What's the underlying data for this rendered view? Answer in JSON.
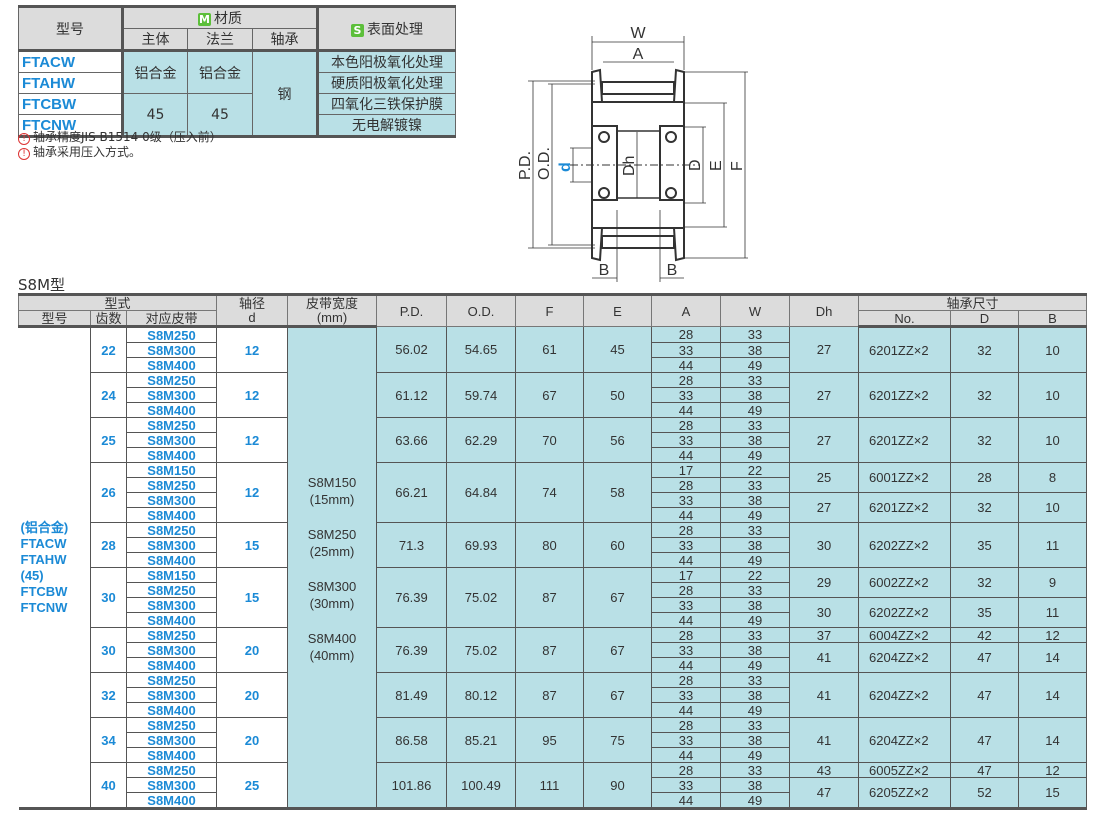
{
  "materials": {
    "headers": {
      "model": "型号",
      "material": "材质",
      "material_badge": "M",
      "body": "主体",
      "flange": "法兰",
      "bearing": "轴承",
      "surface": "表面处理",
      "surface_badge": "S"
    },
    "models": [
      "FTACW",
      "FTAHW",
      "FTCBW",
      "FTCNW"
    ],
    "body_values": [
      "铝合金",
      "45"
    ],
    "flange_values": [
      "铝合金",
      "45"
    ],
    "bearing_value": "钢",
    "surface_values": [
      "本色阳极氧化处理",
      "硬质阳极氧化处理",
      "四氧化三铁保护膜",
      "无电解镀镍"
    ]
  },
  "notes": [
    "轴承精度JIS B1514 0级（压入前）",
    "轴承采用压入方式。"
  ],
  "diagram": {
    "labels": {
      "W": "W",
      "A": "A",
      "PD": "P.D.",
      "OD": "O.D.",
      "d": "d",
      "Dh": "Dh",
      "D": "D",
      "E": "E",
      "F": "F",
      "B1": "B",
      "B2": "B"
    }
  },
  "section_title": "S8M型",
  "table": {
    "headers": {
      "type": "型式",
      "model": "型号",
      "teeth": "齿数",
      "belt": "对应皮带",
      "shaft": "轴径",
      "shaft_sym": "d",
      "belt_width": "皮带宽度",
      "belt_width_unit": "(mm)",
      "pd": "P.D.",
      "od": "O.D.",
      "f": "F",
      "e": "E",
      "a": "A",
      "w": "W",
      "dh": "Dh",
      "bearing": "轴承尺寸",
      "no": "No.",
      "D": "D",
      "B": "B"
    },
    "model_text": [
      "(铝合金)",
      "FTACW",
      "FTAHW",
      "(45)",
      "FTCBW",
      "FTCNW"
    ],
    "belt_widths": [
      [
        "S8M150",
        "(15mm)"
      ],
      [
        "S8M250",
        "(25mm)"
      ],
      [
        "S8M300",
        "(30mm)"
      ],
      [
        "S8M400",
        "(40mm)"
      ]
    ],
    "groups": [
      {
        "teeth": "22",
        "belts": [
          "S8M250",
          "S8M300",
          "S8M400"
        ],
        "d": "12",
        "pd": "56.02",
        "od": "54.65",
        "f": "61",
        "e": "45",
        "aw": [
          [
            "28",
            "33"
          ],
          [
            "33",
            "38"
          ],
          [
            "44",
            "49"
          ]
        ],
        "bearings": [
          {
            "span": 3,
            "dh": "27",
            "no": "6201ZZ×2",
            "D": "32",
            "B": "10"
          }
        ]
      },
      {
        "teeth": "24",
        "belts": [
          "S8M250",
          "S8M300",
          "S8M400"
        ],
        "d": "12",
        "pd": "61.12",
        "od": "59.74",
        "f": "67",
        "e": "50",
        "aw": [
          [
            "28",
            "33"
          ],
          [
            "33",
            "38"
          ],
          [
            "44",
            "49"
          ]
        ],
        "bearings": [
          {
            "span": 3,
            "dh": "27",
            "no": "6201ZZ×2",
            "D": "32",
            "B": "10"
          }
        ]
      },
      {
        "teeth": "25",
        "belts": [
          "S8M250",
          "S8M300",
          "S8M400"
        ],
        "d": "12",
        "pd": "63.66",
        "od": "62.29",
        "f": "70",
        "e": "56",
        "aw": [
          [
            "28",
            "33"
          ],
          [
            "33",
            "38"
          ],
          [
            "44",
            "49"
          ]
        ],
        "bearings": [
          {
            "span": 3,
            "dh": "27",
            "no": "6201ZZ×2",
            "D": "32",
            "B": "10"
          }
        ]
      },
      {
        "teeth": "26",
        "belts": [
          "S8M150",
          "S8M250",
          "S8M300",
          "S8M400"
        ],
        "d": "12",
        "pd": "66.21",
        "od": "64.84",
        "f": "74",
        "e": "58",
        "aw": [
          [
            "17",
            "22"
          ],
          [
            "28",
            "33"
          ],
          [
            "33",
            "38"
          ],
          [
            "44",
            "49"
          ]
        ],
        "bearings": [
          {
            "span": 2,
            "dh": "25",
            "no": "6001ZZ×2",
            "D": "28",
            "B": "8"
          },
          {
            "span": 2,
            "dh": "27",
            "no": "6201ZZ×2",
            "D": "32",
            "B": "10"
          }
        ]
      },
      {
        "teeth": "28",
        "belts": [
          "S8M250",
          "S8M300",
          "S8M400"
        ],
        "d": "15",
        "pd": "71.3",
        "od": "69.93",
        "f": "80",
        "e": "60",
        "aw": [
          [
            "28",
            "33"
          ],
          [
            "33",
            "38"
          ],
          [
            "44",
            "49"
          ]
        ],
        "bearings": [
          {
            "span": 3,
            "dh": "30",
            "no": "6202ZZ×2",
            "D": "35",
            "B": "11"
          }
        ]
      },
      {
        "teeth": "30",
        "belts": [
          "S8M150",
          "S8M250",
          "S8M300",
          "S8M400"
        ],
        "d": "15",
        "pd": "76.39",
        "od": "75.02",
        "f": "87",
        "e": "67",
        "aw": [
          [
            "17",
            "22"
          ],
          [
            "28",
            "33"
          ],
          [
            "33",
            "38"
          ],
          [
            "44",
            "49"
          ]
        ],
        "bearings": [
          {
            "span": 2,
            "dh": "29",
            "no": "6002ZZ×2",
            "D": "32",
            "B": "9"
          },
          {
            "span": 2,
            "dh": "30",
            "no": "6202ZZ×2",
            "D": "35",
            "B": "11"
          }
        ]
      },
      {
        "teeth": "30",
        "belts": [
          "S8M250",
          "S8M300",
          "S8M400"
        ],
        "d": "20",
        "pd": "76.39",
        "od": "75.02",
        "f": "87",
        "e": "67",
        "aw": [
          [
            "28",
            "33"
          ],
          [
            "33",
            "38"
          ],
          [
            "44",
            "49"
          ]
        ],
        "bearings": [
          {
            "span": 1,
            "dh": "37",
            "no": "6004ZZ×2",
            "D": "42",
            "B": "12"
          },
          {
            "span": 2,
            "dh": "41",
            "no": "6204ZZ×2",
            "D": "47",
            "B": "14"
          }
        ]
      },
      {
        "teeth": "32",
        "belts": [
          "S8M250",
          "S8M300",
          "S8M400"
        ],
        "d": "20",
        "pd": "81.49",
        "od": "80.12",
        "f": "87",
        "e": "67",
        "aw": [
          [
            "28",
            "33"
          ],
          [
            "33",
            "38"
          ],
          [
            "44",
            "49"
          ]
        ],
        "bearings": [
          {
            "span": 3,
            "dh": "41",
            "no": "6204ZZ×2",
            "D": "47",
            "B": "14"
          }
        ]
      },
      {
        "teeth": "34",
        "belts": [
          "S8M250",
          "S8M300",
          "S8M400"
        ],
        "d": "20",
        "pd": "86.58",
        "od": "85.21",
        "f": "95",
        "e": "75",
        "aw": [
          [
            "28",
            "33"
          ],
          [
            "33",
            "38"
          ],
          [
            "44",
            "49"
          ]
        ],
        "bearings": [
          {
            "span": 3,
            "dh": "41",
            "no": "6204ZZ×2",
            "D": "47",
            "B": "14"
          }
        ]
      },
      {
        "teeth": "40",
        "belts": [
          "S8M250",
          "S8M300",
          "S8M400"
        ],
        "d": "25",
        "pd": "101.86",
        "od": "100.49",
        "f": "111",
        "e": "90",
        "aw": [
          [
            "28",
            "33"
          ],
          [
            "33",
            "38"
          ],
          [
            "44",
            "49"
          ]
        ],
        "bearings": [
          {
            "span": 1,
            "dh": "43",
            "no": "6005ZZ×2",
            "D": "47",
            "B": "12"
          },
          {
            "span": 2,
            "dh": "47",
            "no": "6205ZZ×2",
            "D": "52",
            "B": "15"
          }
        ]
      }
    ]
  }
}
